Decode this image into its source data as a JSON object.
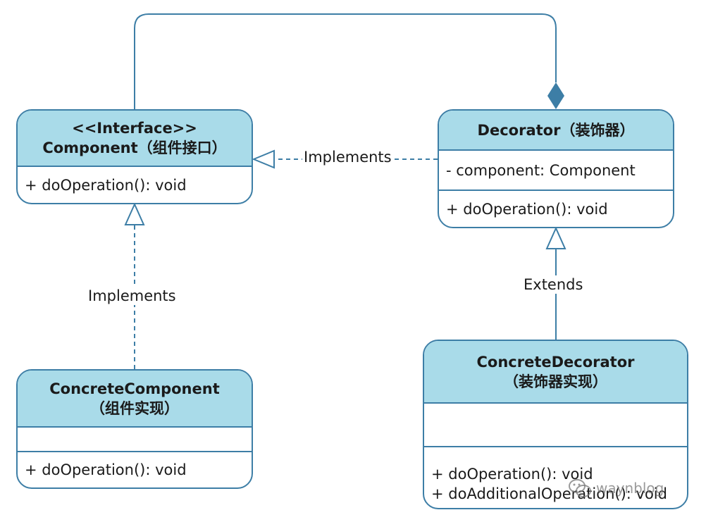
{
  "classes": {
    "component": {
      "stereotype": "<<Interface>>",
      "name": "Component（组件接口）",
      "methods": [
        "+ doOperation(): void"
      ]
    },
    "decorator": {
      "name": "Decorator（装饰器）",
      "attributes": [
        "- component: Component"
      ],
      "methods": [
        "+ doOperation(): void"
      ]
    },
    "concrete_component": {
      "name_line1": "ConcreteComponent",
      "name_line2": "（组件实现）",
      "methods": [
        "+ doOperation(): void"
      ]
    },
    "concrete_decorator": {
      "name_line1": "ConcreteDecorator",
      "name_line2": "（装饰器实现）",
      "methods": [
        "+ doOperation(): void",
        "+ doAdditionalOperation(): void"
      ]
    }
  },
  "relations": {
    "decorator_implements_component": "Implements",
    "concrete_component_implements_component": "Implements",
    "concrete_decorator_extends_decorator": "Extends"
  },
  "watermark": "waynblog",
  "colors": {
    "border": "#3d7ea6",
    "header_fill": "#a9dbe9"
  }
}
